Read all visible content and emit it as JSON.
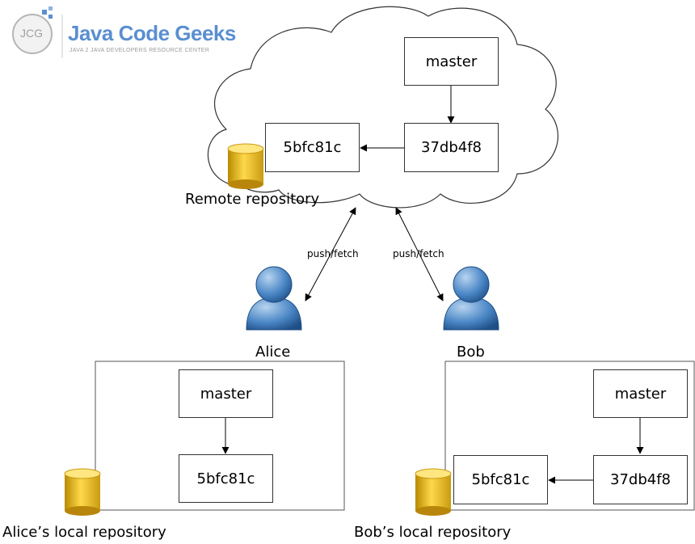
{
  "logo": {
    "badge": "JCG",
    "name": "Java Code Geeks",
    "tagline": "Java 2 Java Developers Resource Center"
  },
  "remote": {
    "label": "Remote repository",
    "master": "master",
    "head_commit": "37db4f8",
    "base_commit": "5bfc81c"
  },
  "links": {
    "alice_link": "push/fetch",
    "bob_link": "push/fetch"
  },
  "users": {
    "alice": "Alice",
    "bob": "Bob"
  },
  "alice_repo": {
    "label": "Alice’s local repository",
    "master": "master",
    "commit": "5bfc81c"
  },
  "bob_repo": {
    "label": "Bob’s local repository",
    "master": "master",
    "head_commit": "37db4f8",
    "base_commit": "5bfc81c"
  },
  "colors": {
    "database_fill": "#e8b820",
    "user_fill": "#4a86c5",
    "logo_blue": "#5a8fd0"
  }
}
